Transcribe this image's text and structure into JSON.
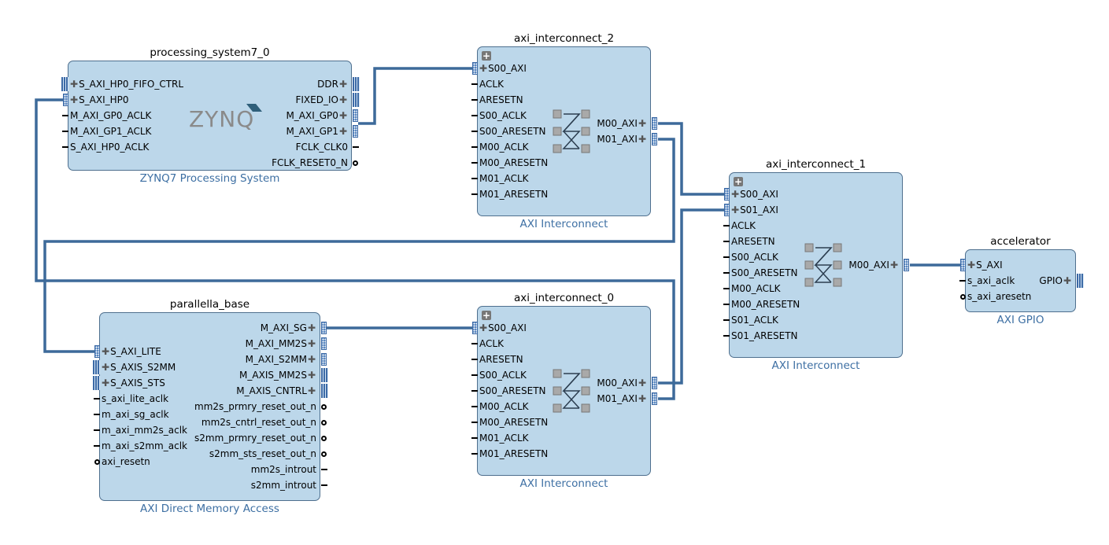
{
  "processing_system": {
    "title": "processing_system7_0",
    "subtitle": "ZYNQ7 Processing System",
    "logo": "ZYNQ",
    "left_ports": [
      "S_AXI_HP0_FIFO_CTRL",
      "S_AXI_HP0",
      "M_AXI_GP0_ACLK",
      "M_AXI_GP1_ACLK",
      "S_AXI_HP0_ACLK"
    ],
    "right_ports": [
      "DDR",
      "FIXED_IO",
      "M_AXI_GP0",
      "M_AXI_GP1",
      "FCLK_CLK0",
      "FCLK_RESET0_N"
    ]
  },
  "axi_interconnect_2": {
    "title": "axi_interconnect_2",
    "subtitle": "AXI Interconnect",
    "left_ports": [
      "S00_AXI",
      "ACLK",
      "ARESETN",
      "S00_ACLK",
      "S00_ARESETN",
      "M00_ACLK",
      "M00_ARESETN",
      "M01_ACLK",
      "M01_ARESETN"
    ],
    "right_ports": [
      "M00_AXI",
      "M01_AXI"
    ]
  },
  "axi_interconnect_1": {
    "title": "axi_interconnect_1",
    "subtitle": "AXI Interconnect",
    "left_ports": [
      "S00_AXI",
      "S01_AXI",
      "ACLK",
      "ARESETN",
      "S00_ACLK",
      "S00_ARESETN",
      "M00_ACLK",
      "M00_ARESETN",
      "S01_ACLK",
      "S01_ARESETN"
    ],
    "right_ports": [
      "M00_AXI"
    ]
  },
  "accelerator": {
    "title": "accelerator",
    "subtitle": "AXI GPIO",
    "left_ports": [
      "S_AXI",
      "s_axi_aclk",
      "s_axi_aresetn"
    ],
    "right_ports": [
      "GPIO"
    ]
  },
  "parallella_base": {
    "title": "parallella_base",
    "subtitle": "AXI Direct Memory Access",
    "left_ports": [
      "S_AXI_LITE",
      "S_AXIS_S2MM",
      "S_AXIS_STS",
      "s_axi_lite_aclk",
      "m_axi_sg_aclk",
      "m_axi_mm2s_aclk",
      "m_axi_s2mm_aclk",
      "axi_resetn"
    ],
    "right_ports": [
      "M_AXI_SG",
      "M_AXI_MM2S",
      "M_AXI_S2MM",
      "M_AXIS_MM2S",
      "M_AXIS_CNTRL",
      "mm2s_prmry_reset_out_n",
      "mm2s_cntrl_reset_out_n",
      "s2mm_prmry_reset_out_n",
      "s2mm_sts_reset_out_n",
      "mm2s_introut",
      "s2mm_introut"
    ]
  },
  "axi_interconnect_0": {
    "title": "axi_interconnect_0",
    "subtitle": "AXI Interconnect",
    "left_ports": [
      "S00_AXI",
      "ACLK",
      "ARESETN",
      "S00_ACLK",
      "S00_ARESETN",
      "M00_ACLK",
      "M00_ARESETN",
      "M01_ACLK",
      "M01_ARESETN"
    ],
    "right_ports": [
      "M00_AXI",
      "M01_AXI"
    ]
  },
  "colors": {
    "block_fill": "#bcd7ea",
    "block_border": "#4e6f8e",
    "wire": "#3d6a9a",
    "subtitle": "#3d6fa3"
  }
}
